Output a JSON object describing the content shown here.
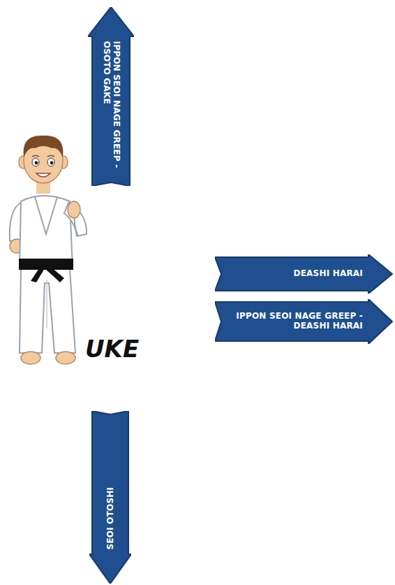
{
  "diagram": {
    "nodes": [
      {
        "text": [
          "IPPON SEOI NAGE GREEP - OSOTO GAKE"
        ]
      },
      {
        "text": [
          "DEASHI HARAI"
        ]
      },
      {
        "text": [
          "IPPON SEOI NAGE GREEP - DEASHI HARAI"
        ]
      },
      {
        "text": [
          "SEOI OTOSHI"
        ]
      }
    ],
    "labels": [
      "UKE"
    ]
  }
}
